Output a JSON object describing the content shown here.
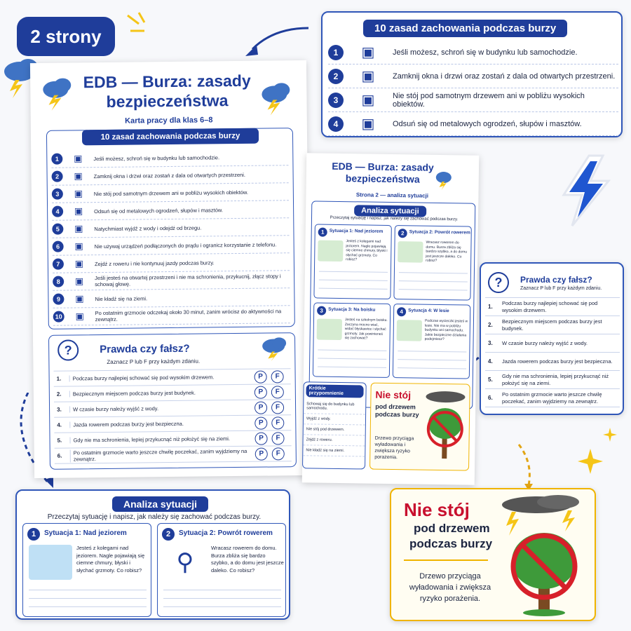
{
  "badge": "2 strony",
  "sheet1": {
    "title": "EDB — Burza: zasady bezpieczeństwa",
    "subtitle": "Karta pracy dla klas 6–8",
    "rules_header": "10 zasad zachowania podczas burzy",
    "rules": [
      {
        "n": "1",
        "icon": "house-car-icon",
        "text": "Jeśli możesz, schroń się w budynku lub samochodzie."
      },
      {
        "n": "2",
        "icon": "window-door-icon",
        "text": "Zamknij okna i drzwi oraz zostań z dala od otwartych przestrzeni."
      },
      {
        "n": "3",
        "icon": "tree-icon",
        "text": "Nie stój pod samotnym drzewem ani w pobliżu wysokich obiektów."
      },
      {
        "n": "4",
        "icon": "fence-pylon-icon",
        "text": "Odsuń się od metalowych ogrodzeń, słupów i masztów."
      },
      {
        "n": "5",
        "icon": "water-icon",
        "text": "Natychmiast wyjdź z wody i odejdź od brzegu."
      },
      {
        "n": "6",
        "icon": "plug-phone-icon",
        "text": "Nie używaj urządzeń podłączonych do prądu i ogranicz korzystanie z telefonu."
      },
      {
        "n": "7",
        "icon": "bicycle-icon",
        "text": "Zejdź z roweru i nie kontynuuj jazdy podczas burzy."
      },
      {
        "n": "8",
        "icon": "crouch-icon",
        "text": "Jeśli jesteś na otwartej przestrzeni i nie ma schronienia, przykucnij, złącz stopy i schowaj głowę."
      },
      {
        "n": "9",
        "icon": "no-lying-icon",
        "text": "Nie kładź się na ziemi."
      },
      {
        "n": "10",
        "icon": "clock-icon",
        "text": "Po ostatnim grzmocie odczekaj około 30 minut, zanim wrócisz do aktywności na zewnątrz."
      }
    ],
    "tf_header": "Prawda czy fałsz?",
    "tf_instruction": "Zaznacz P lub F przy każdym zdaniu.",
    "tf_p": "P",
    "tf_f": "F",
    "tf_items": [
      {
        "n": "1.",
        "text": "Podczas burzy najlepiej schować się pod wysokim drzewem."
      },
      {
        "n": "2.",
        "text": "Bezpiecznym miejscem podczas burzy jest budynek."
      },
      {
        "n": "3.",
        "text": "W czasie burzy należy wyjść z wody."
      },
      {
        "n": "4.",
        "text": "Jazda rowerem podczas burzy jest bezpieczna."
      },
      {
        "n": "5.",
        "text": "Gdy nie ma schronienia, lepiej przykucnąć niż położyć się na ziemi."
      },
      {
        "n": "6.",
        "text": "Po ostatnim grzmocie warto jeszcze chwilę poczekać, zanim wyjdziemy na zewnątrz."
      }
    ]
  },
  "sheet2": {
    "title": "EDB — Burza: zasady bezpieczeństwa",
    "subtitle": "Strona 2 — analiza sytuacji",
    "header": "Analiza sytuacji",
    "instruction": "Przeczytaj sytuację i napisz, jak należy się zachować podczas burzy.",
    "situations": [
      {
        "n": "1",
        "title": "Sytuacja 1: Nad jeziorem",
        "text": "Jesteś z kolegami nad jeziorem. Nagle pojawiają się ciemne chmury, błyski i słychać grzmoty. Co robisz?"
      },
      {
        "n": "2",
        "title": "Sytuacja 2: Powrót rowerem",
        "text": "Wracasz rowerem do domu. Burza zbliża się bardzo szybko, a do domu jest jeszcze daleko. Co robisz?"
      },
      {
        "n": "3",
        "title": "Sytuacja 3: Na boisku",
        "text": "Jesteś na szkolnym boisku. Zaczyna mocno wiać, widać błyskawice i słychać grzmoty. Jak powinieneś się zachować?"
      },
      {
        "n": "4",
        "title": "Sytuacja 4: W lesie",
        "text": "Podczas wycieczki jesteś w lesie. Nie ma w pobliżu budynku ani samochodu. Jakie bezpieczne działania podejmiesz?"
      }
    ],
    "reminder_title": "Krótkie przypomnienie",
    "reminder_items": [
      "Schowaj się do budynku lub samochodu.",
      "Wyjdź z wody.",
      "Nie stój pod drzewem.",
      "Zejdź z roweru.",
      "Nie kładź się na ziemi."
    ],
    "poster_title_line1": "Nie stój",
    "poster_title_line2": "pod drzewem podczas burzy",
    "poster_text": "Drzewo przyciąga wyładowania i zwiększa ryzyko porażenia."
  },
  "zoom_rules": {
    "header": "10 zasad zachowania podczas burzy",
    "items": [
      {
        "n": "1",
        "text": "Jeśli możesz, schroń się w budynku lub samochodzie."
      },
      {
        "n": "2",
        "text": "Zamknij okna i drzwi oraz zostań z dala od otwartych przestrzeni."
      },
      {
        "n": "3",
        "text": "Nie stój pod samotnym drzewem ani w pobliżu wysokich obiektów."
      },
      {
        "n": "4",
        "text": "Odsuń się od metalowych ogrodzeń, słupów i masztów."
      }
    ]
  },
  "zoom_tf": {
    "header": "Prawda czy fałsz?",
    "instruction": "Zaznacz P lub F przy każdym zdaniu.",
    "items": [
      {
        "n": "1.",
        "text": "Podczas burzy najlepiej schować się pod wysokim drzewem."
      },
      {
        "n": "2.",
        "text": "Bezpiecznym miejscem podczas burzy jest budynek."
      },
      {
        "n": "3.",
        "text": "W czasie burzy należy wyjść z wody."
      },
      {
        "n": "4.",
        "text": "Jazda rowerem podczas burzy jest bezpieczna."
      },
      {
        "n": "5.",
        "text": "Gdy nie ma schronienia, lepiej przykucnąć niż położyć się na ziemi."
      },
      {
        "n": "6.",
        "text": "Po ostatnim grzmocie warto jeszcze chwilę poczekać, zanim wyjdziemy na zewnątrz."
      }
    ]
  },
  "zoom_analysis": {
    "header": "Analiza sytuacji",
    "instruction": "Przeczytaj sytuację i napisz, jak należy się zachować podczas burzy.",
    "situations": [
      {
        "n": "1",
        "title": "Sytuacja 1: Nad jeziorem",
        "text": "Jesteś z kolegami nad jeziorem. Nagle pojawiają się ciemne chmury, błyski i słychać grzmoty. Co robisz?"
      },
      {
        "n": "2",
        "title": "Sytuacja 2: Powrót rowerem",
        "text": "Wracasz rowerem do domu. Burza zbliża się bardzo szybko, a do domu jest jeszcze daleko. Co robisz?"
      }
    ]
  },
  "zoom_poster": {
    "title_line1": "Nie stój",
    "title_line2": "pod drzewem",
    "title_line3": "podczas burzy",
    "text": "Drzewo przyciąga wyładowania i zwiększa ryzyko porażenia."
  }
}
